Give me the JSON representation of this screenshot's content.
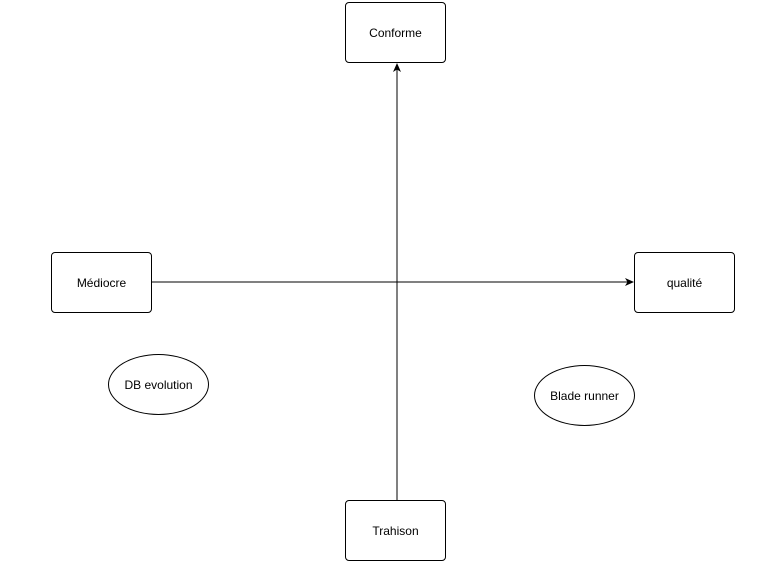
{
  "nodes": {
    "top": "Conforme",
    "left": "Médiocre",
    "right": "qualité",
    "bottom": "Trahison",
    "ellipse_left": "DB evolution",
    "ellipse_right": "Blade runner"
  },
  "colors": {
    "stroke": "#000000",
    "fill": "#ffffff",
    "text": "#000000"
  }
}
